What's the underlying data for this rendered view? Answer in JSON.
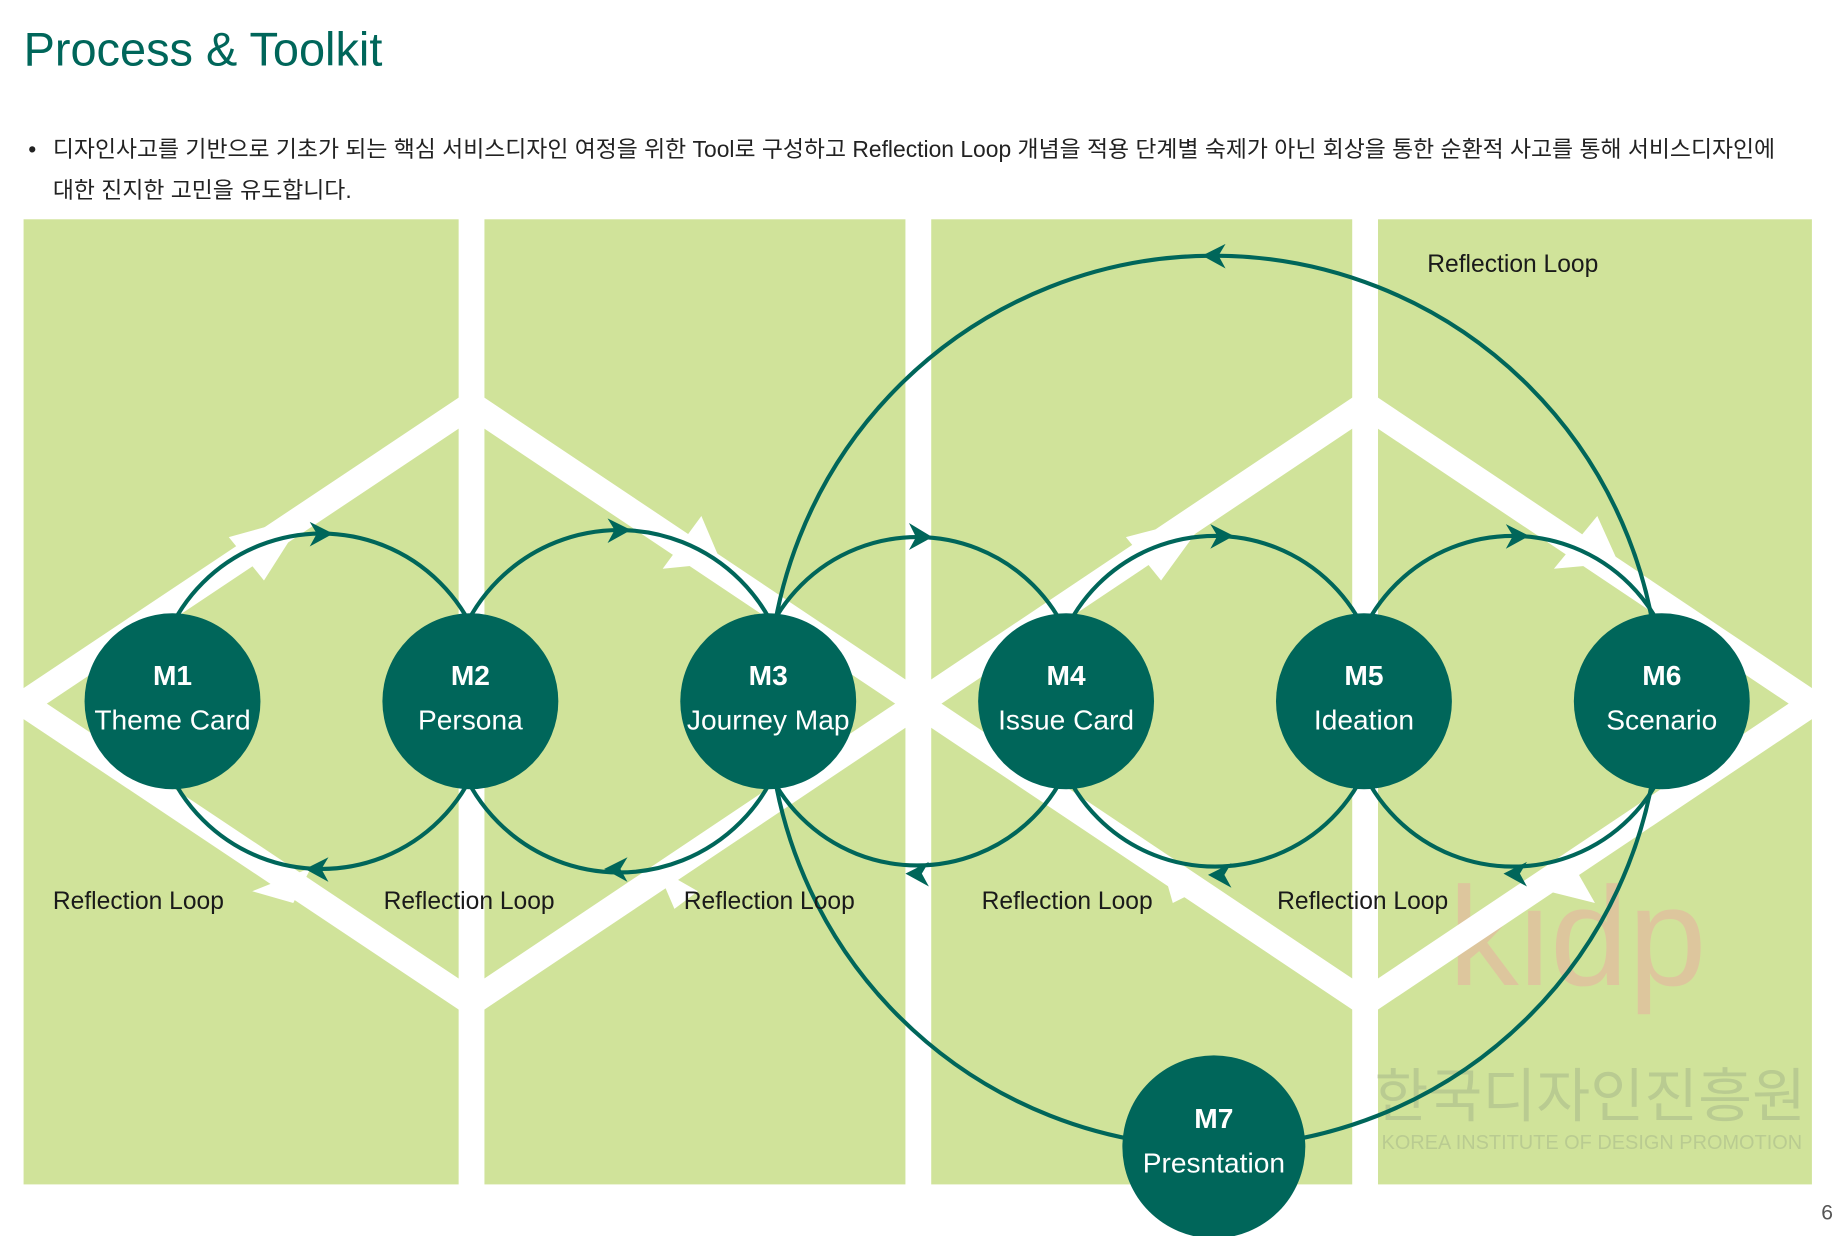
{
  "header": {
    "title": "Process & Toolkit"
  },
  "description": {
    "bullet": "•",
    "line1": "디자인사고를 기반으로 기초가 되는 핵심 서비스디자인 여정을 위한 Tool로 구성하고 Reflection Loop 개념을 적용 단계별 숙제가 아닌 회상을 통한 순환적 사고를 통해 서비스디자인에",
    "line2": "대한 진지한 고민을 유도합니다."
  },
  "modules": [
    {
      "id": "M1",
      "name": "Theme Card"
    },
    {
      "id": "M2",
      "name": "Persona"
    },
    {
      "id": "M3",
      "name": "Journey Map"
    },
    {
      "id": "M4",
      "name": "Issue Card"
    },
    {
      "id": "M5",
      "name": "Ideation"
    },
    {
      "id": "M6",
      "name": "Scenario"
    },
    {
      "id": "M7",
      "name": "Presntation"
    }
  ],
  "loop_labels": [
    "Reflection Loop",
    "Reflection Loop",
    "Reflection Loop",
    "Reflection Loop",
    "Reflection Loop",
    "Reflection Loop"
  ],
  "watermark": {
    "logo": "kidp",
    "korean": "한국디자인진흥원",
    "english": "KOREA INSTITUTE OF DESIGN PROMOTION"
  },
  "page_number": "6",
  "colors": {
    "node": "#00665a",
    "panel": "#d0e39a",
    "title": "#00665a"
  }
}
